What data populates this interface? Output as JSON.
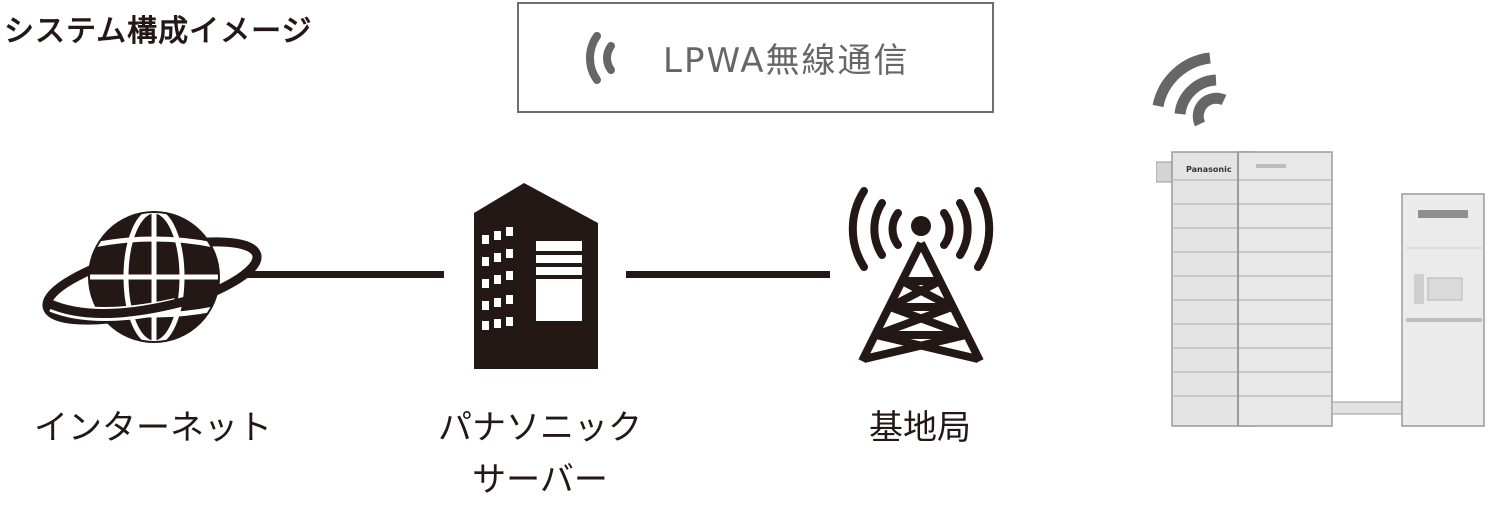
{
  "title": "システム構成イメージ",
  "wireless_box": {
    "label": "LPWA無線通信",
    "icon": "wireless-signal-icon"
  },
  "nodes": [
    {
      "id": "internet",
      "label": "インターネット",
      "icon": "globe-icon"
    },
    {
      "id": "server",
      "label_lines": [
        "パナソニック",
        "サーバー"
      ],
      "icon": "building-icon"
    },
    {
      "id": "base-station",
      "label": "基地局",
      "icon": "radio-tower-icon"
    },
    {
      "id": "equipment",
      "icon": "storage-battery-unit-icon",
      "brand": "Panasonic"
    }
  ],
  "colors": {
    "icon": "#231815",
    "box_border": "#6f6f6f",
    "box_text": "#666666",
    "signal": "#666666",
    "equipment_body": "#e4e4e4"
  }
}
